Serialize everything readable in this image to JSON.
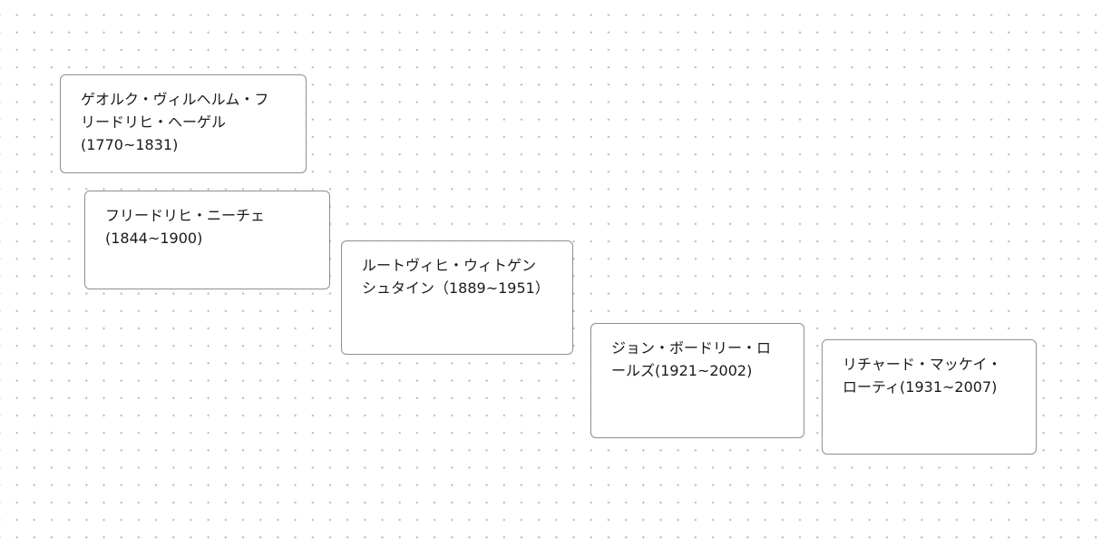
{
  "canvas": {
    "cards": [
      {
        "text": "ゲオルク・ヴィルヘルム・フ\nリードリヒ・ヘーゲル\n(1770~1831)"
      },
      {
        "text": "フリードリヒ・ニーチェ\n(1844~1900)"
      },
      {
        "text": "ルートヴィヒ・ウィトゲン\nシュタイン（1889~1951）"
      },
      {
        "text": "ジョン・ボードリー・ロ\nールズ(1921~2002)"
      },
      {
        "text": "リチャード・マッケイ・\nローティ(1931~2007)"
      }
    ]
  }
}
